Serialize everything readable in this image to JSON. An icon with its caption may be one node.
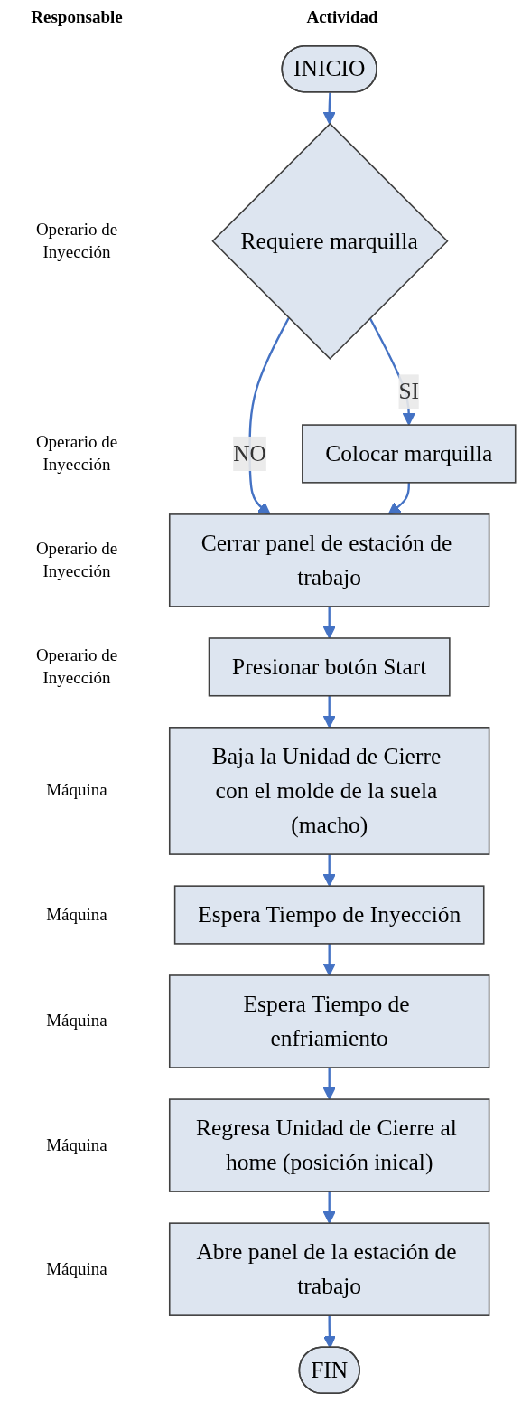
{
  "diagram": {
    "nodes": [
      {
        "text": [
          "INICIO"
        ]
      },
      {
        "text": [
          "Requiere marquilla"
        ]
      },
      {
        "text": [
          "Colocar marquilla"
        ]
      },
      {
        "text": [
          "Cerrar panel de estación de trabajo"
        ]
      },
      {
        "text": [
          "Presionar botón Start"
        ]
      },
      {
        "text": [
          "Baja la Unidad de Cierre con el molde de la suela (macho)"
        ]
      },
      {
        "text": [
          "Espera Tiempo de Inyección"
        ]
      },
      {
        "text": [
          "Espera Tiempo de enfriamiento"
        ]
      },
      {
        "text": [
          "Regresa Unidad de Cierre al home (posición inical)"
        ]
      },
      {
        "text": [
          "Abre panel de la estación de trabajo"
        ]
      },
      {
        "text": [
          "FIN"
        ]
      }
    ],
    "edges": [
      {
        "from": 0,
        "to": 1,
        "arrow": "to"
      },
      {
        "from": 1,
        "to": 2,
        "arrow": "to",
        "label": "SI"
      },
      {
        "from": 1,
        "to": 3,
        "arrow": "to",
        "label": "NO"
      },
      {
        "from": 2,
        "to": 3,
        "arrow": "to"
      },
      {
        "from": 3,
        "to": 4,
        "arrow": "to"
      },
      {
        "from": 4,
        "to": 5,
        "arrow": "to"
      },
      {
        "from": 5,
        "to": 6,
        "arrow": "to"
      },
      {
        "from": 6,
        "to": 7,
        "arrow": "to"
      },
      {
        "from": 7,
        "to": 8,
        "arrow": "to"
      },
      {
        "from": 8,
        "to": 9,
        "arrow": "to"
      },
      {
        "from": 9,
        "to": 10,
        "arrow": "to"
      }
    ],
    "labels": [
      "Responsable",
      "Actividad",
      "Operario de Inyección",
      "Operario de Inyección",
      "Operario de Inyección",
      "Operario de Inyección",
      "Máquina",
      "Máquina",
      "Máquina",
      "Máquina",
      "Máquina"
    ]
  }
}
